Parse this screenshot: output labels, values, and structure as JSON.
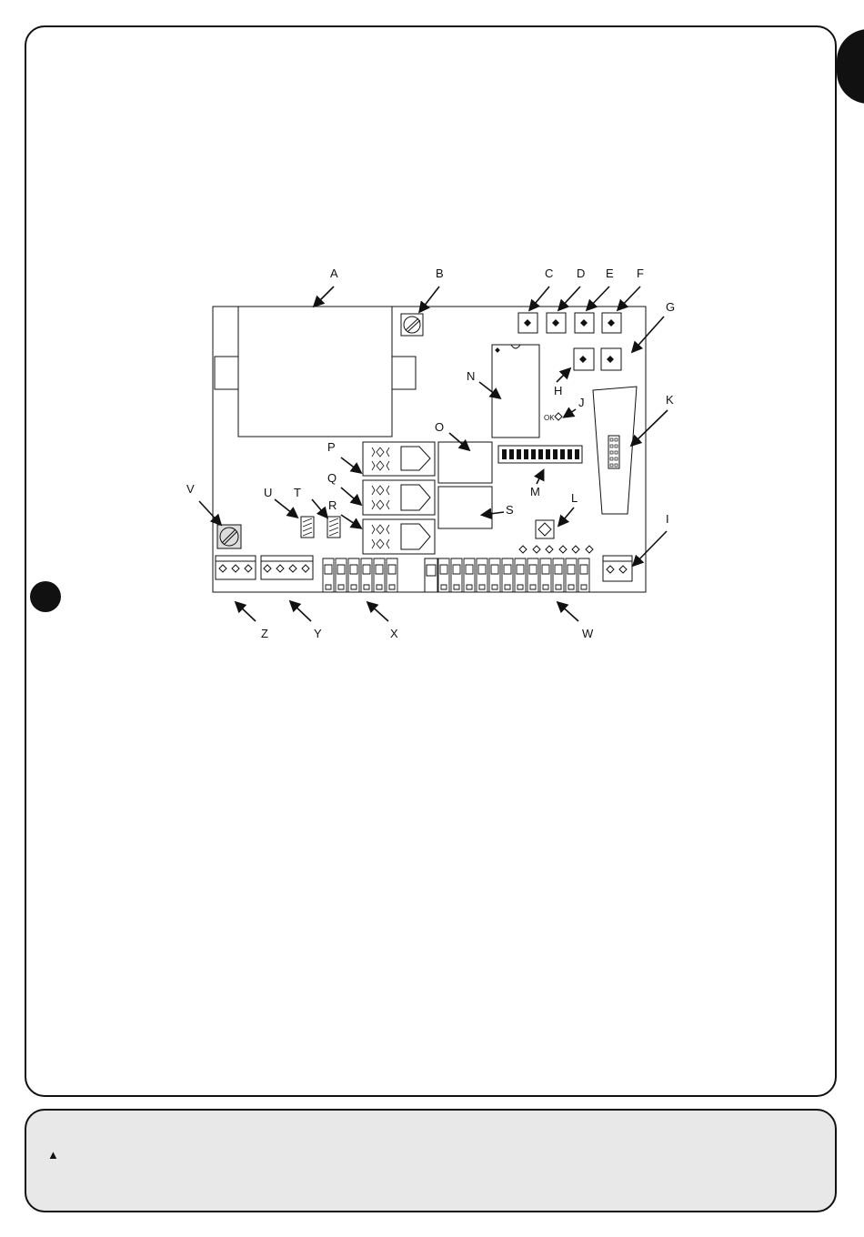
{
  "page": {
    "side_tab_icon": "black-half-circle-tab",
    "section_marker_icon": "black-circle-marker",
    "warning_icon": "warning-triangle-icon"
  },
  "diagram": {
    "ok_label": "OK",
    "labels": {
      "A": "A",
      "B": "B",
      "C": "C",
      "D": "D",
      "E": "E",
      "F": "F",
      "G": "G",
      "H": "H",
      "I": "I",
      "J": "J",
      "K": "K",
      "L": "L",
      "M": "M",
      "N": "N",
      "O": "O",
      "P": "P",
      "Q": "Q",
      "R": "R",
      "S": "S",
      "T": "T",
      "U": "U",
      "V": "V",
      "W": "W",
      "X": "X",
      "Y": "Y",
      "Z": "Z"
    }
  },
  "note": {
    "warning_symbol": "▲"
  }
}
